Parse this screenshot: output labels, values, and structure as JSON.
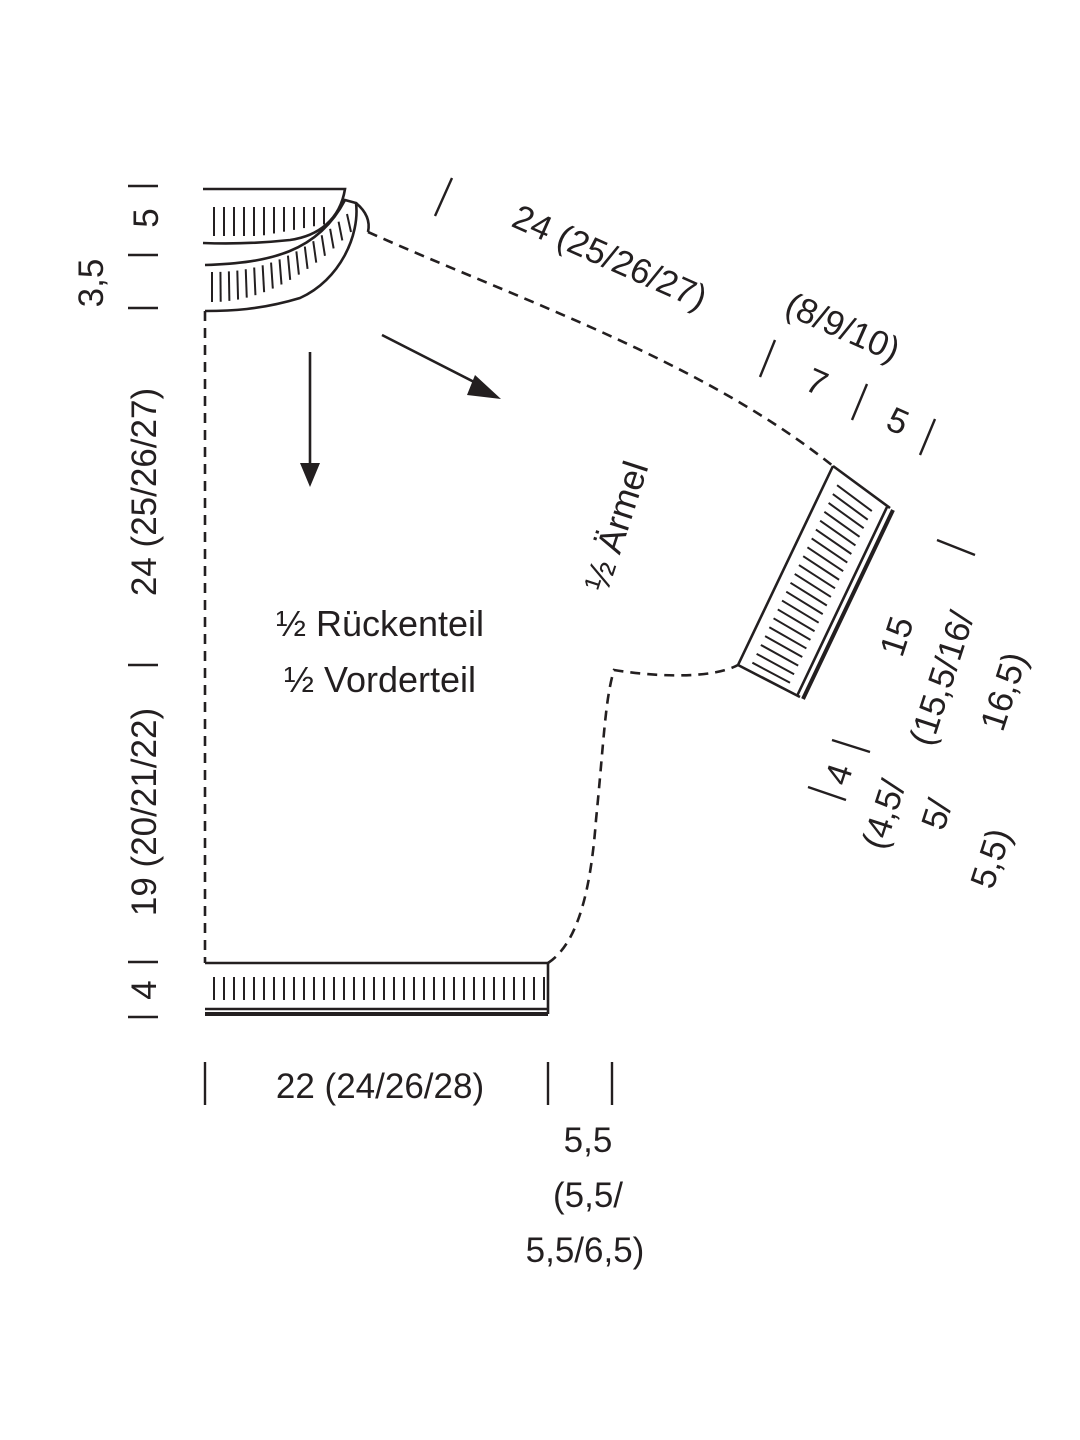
{
  "pieces": {
    "body_back": "½ Rückenteil",
    "body_front": "½ Vorderteil",
    "sleeve": "½ Ärmel"
  },
  "measurements": {
    "neck_depth_back": "5",
    "neck_depth_front": "3,5",
    "body_length_upper": "24 (25/26/27)",
    "body_length_lower": "19 (20/21/22)",
    "hem_height": "4",
    "hem_width": "22 (24/26/28)",
    "underarm_offset_line1": "5,5",
    "underarm_offset_line2": "(5,5/",
    "underarm_offset_line3": "5,5/6,5)",
    "sleeve_top": "24 (25/26/27)",
    "sleeve_upper_seg": "7",
    "sleeve_upper_seg_sizes": "(8/9/10)",
    "sleeve_cuff_top": "5",
    "cuff_width_line1": "15",
    "cuff_width_line2": "(15,5/16/",
    "cuff_width_line3": "16,5)",
    "cuff_depth_line1": "4",
    "cuff_depth_line2": "(4,5/",
    "cuff_depth_line3": "5/",
    "cuff_depth_line4": "5,5)"
  },
  "colors": {
    "ink": "#231f20",
    "background": "#ffffff"
  }
}
